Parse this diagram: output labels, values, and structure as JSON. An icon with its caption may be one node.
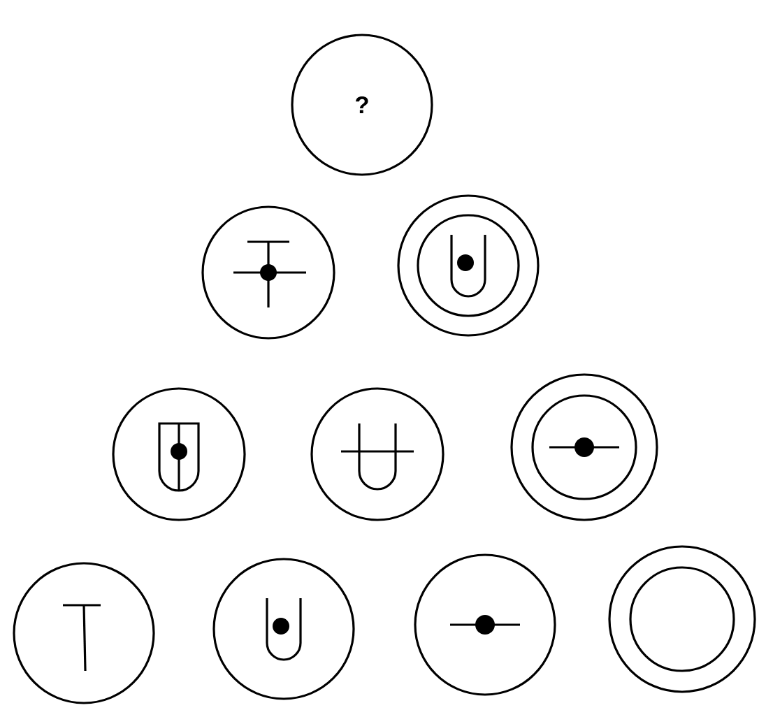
{
  "diagram": {
    "nodes": [
      {
        "text": [
          "?"
        ]
      },
      {
        "text": [],
        "shape": "circle"
      },
      {
        "text": [],
        "shape": "circle"
      },
      {
        "text": [],
        "shape": "circle"
      },
      {
        "text": [],
        "shape": "circle"
      },
      {
        "text": [],
        "shape": "circle"
      },
      {
        "text": [],
        "shape": "circle"
      },
      {
        "text": [],
        "shape": "circle"
      },
      {
        "text": [],
        "shape": "circle"
      },
      {
        "text": [],
        "shape": "circle"
      }
    ]
  }
}
